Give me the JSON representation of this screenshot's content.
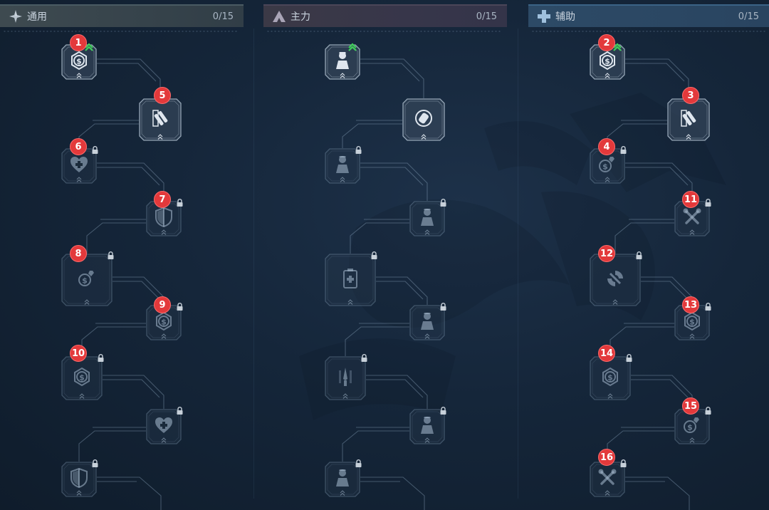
{
  "tabs": [
    {
      "id": "general",
      "title": "通用",
      "count": "0/15",
      "icon": "four-point-star-icon"
    },
    {
      "id": "main",
      "title": "主力",
      "count": "0/15",
      "icon": "triangle-peak-icon"
    },
    {
      "id": "support",
      "title": "辅助",
      "count": "0/15",
      "icon": "plus-cross-icon"
    }
  ],
  "badges": {
    "general": [
      "1",
      "5",
      "6",
      "7",
      "8",
      "9",
      "10"
    ],
    "support": [
      "2",
      "3",
      "4",
      "11",
      "12",
      "13",
      "14",
      "15",
      "16"
    ]
  },
  "nodes": {
    "general": [
      {
        "icon": "coin-icon",
        "state": "upgradable"
      },
      {
        "icon": "bullets-icon",
        "state": "available"
      },
      {
        "icon": "heart-plus-icon",
        "state": "locked"
      },
      {
        "icon": "shield-icon",
        "state": "locked"
      },
      {
        "icon": "coin-wrench-icon",
        "state": "locked"
      },
      {
        "icon": "coin-icon",
        "state": "locked"
      },
      {
        "icon": "coin-icon",
        "state": "locked"
      },
      {
        "icon": "heart-plus-icon",
        "state": "locked"
      },
      {
        "icon": "shield-icon",
        "state": "locked"
      }
    ],
    "main": [
      {
        "icon": "soldier-icon",
        "state": "upgradable"
      },
      {
        "icon": "grenade-icon",
        "state": "available"
      },
      {
        "icon": "soldier-icon",
        "state": "locked"
      },
      {
        "icon": "soldier-icon",
        "state": "locked"
      },
      {
        "icon": "medkit-icon",
        "state": "locked"
      },
      {
        "icon": "soldier-icon",
        "state": "locked"
      },
      {
        "icon": "knife-icon",
        "state": "locked"
      },
      {
        "icon": "soldier-icon",
        "state": "locked"
      },
      {
        "icon": "soldier-icon",
        "state": "locked"
      }
    ],
    "support": [
      {
        "icon": "coin-icon",
        "state": "upgradable"
      },
      {
        "icon": "bullets-icon",
        "state": "available"
      },
      {
        "icon": "coin-wrench-icon",
        "state": "locked"
      },
      {
        "icon": "wrench-icon",
        "state": "locked"
      },
      {
        "icon": "spin-icon",
        "state": "locked"
      },
      {
        "icon": "coin-icon",
        "state": "locked"
      },
      {
        "icon": "coin-icon",
        "state": "locked"
      },
      {
        "icon": "coin-wrench-icon",
        "state": "locked"
      },
      {
        "icon": "wrench-icon",
        "state": "locked"
      }
    ]
  }
}
